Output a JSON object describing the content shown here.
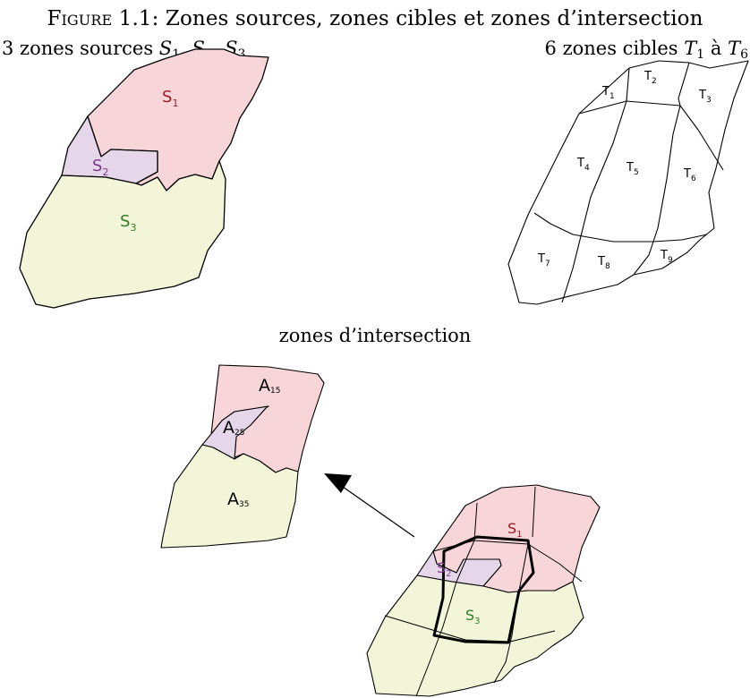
{
  "caption": {
    "prefix": "Figure 1.1:",
    "text": "Zones sources, zones cibles et zones d’intersection"
  },
  "sources_label": {
    "count": "3 zones sources",
    "symbols": [
      "S",
      "S",
      "S"
    ],
    "indices": [
      "1",
      "2",
      "3"
    ]
  },
  "cibles_label": {
    "count": "6 zones cibles",
    "from_symbol": "T",
    "from_index": "1",
    "joiner": "à",
    "to_symbol": "T",
    "to_index": "6"
  },
  "intersection_label": "zones d’intersection",
  "source_zones": [
    {
      "name": "S",
      "index": "1",
      "fill": "#f8d5d8",
      "text_color": "#9e1b24"
    },
    {
      "name": "S",
      "index": "2",
      "fill": "#e6d6ea",
      "text_color": "#7a3a8c"
    },
    {
      "name": "S",
      "index": "3",
      "fill": "#f3f5d8",
      "text_color": "#2f7d2a"
    }
  ],
  "target_zones": [
    {
      "name": "T",
      "index": "1"
    },
    {
      "name": "T",
      "index": "2"
    },
    {
      "name": "T",
      "index": "3"
    },
    {
      "name": "T",
      "index": "4"
    },
    {
      "name": "T",
      "index": "5"
    },
    {
      "name": "T",
      "index": "6"
    },
    {
      "name": "T",
      "index": "7"
    },
    {
      "name": "T",
      "index": "8"
    },
    {
      "name": "T",
      "index": "9"
    }
  ],
  "intersection_zones": [
    {
      "name": "A",
      "index": "15"
    },
    {
      "name": "A",
      "index": "25"
    },
    {
      "name": "A",
      "index": "35"
    }
  ],
  "colors": {
    "outline": "#000000",
    "arrow": "#000000"
  }
}
